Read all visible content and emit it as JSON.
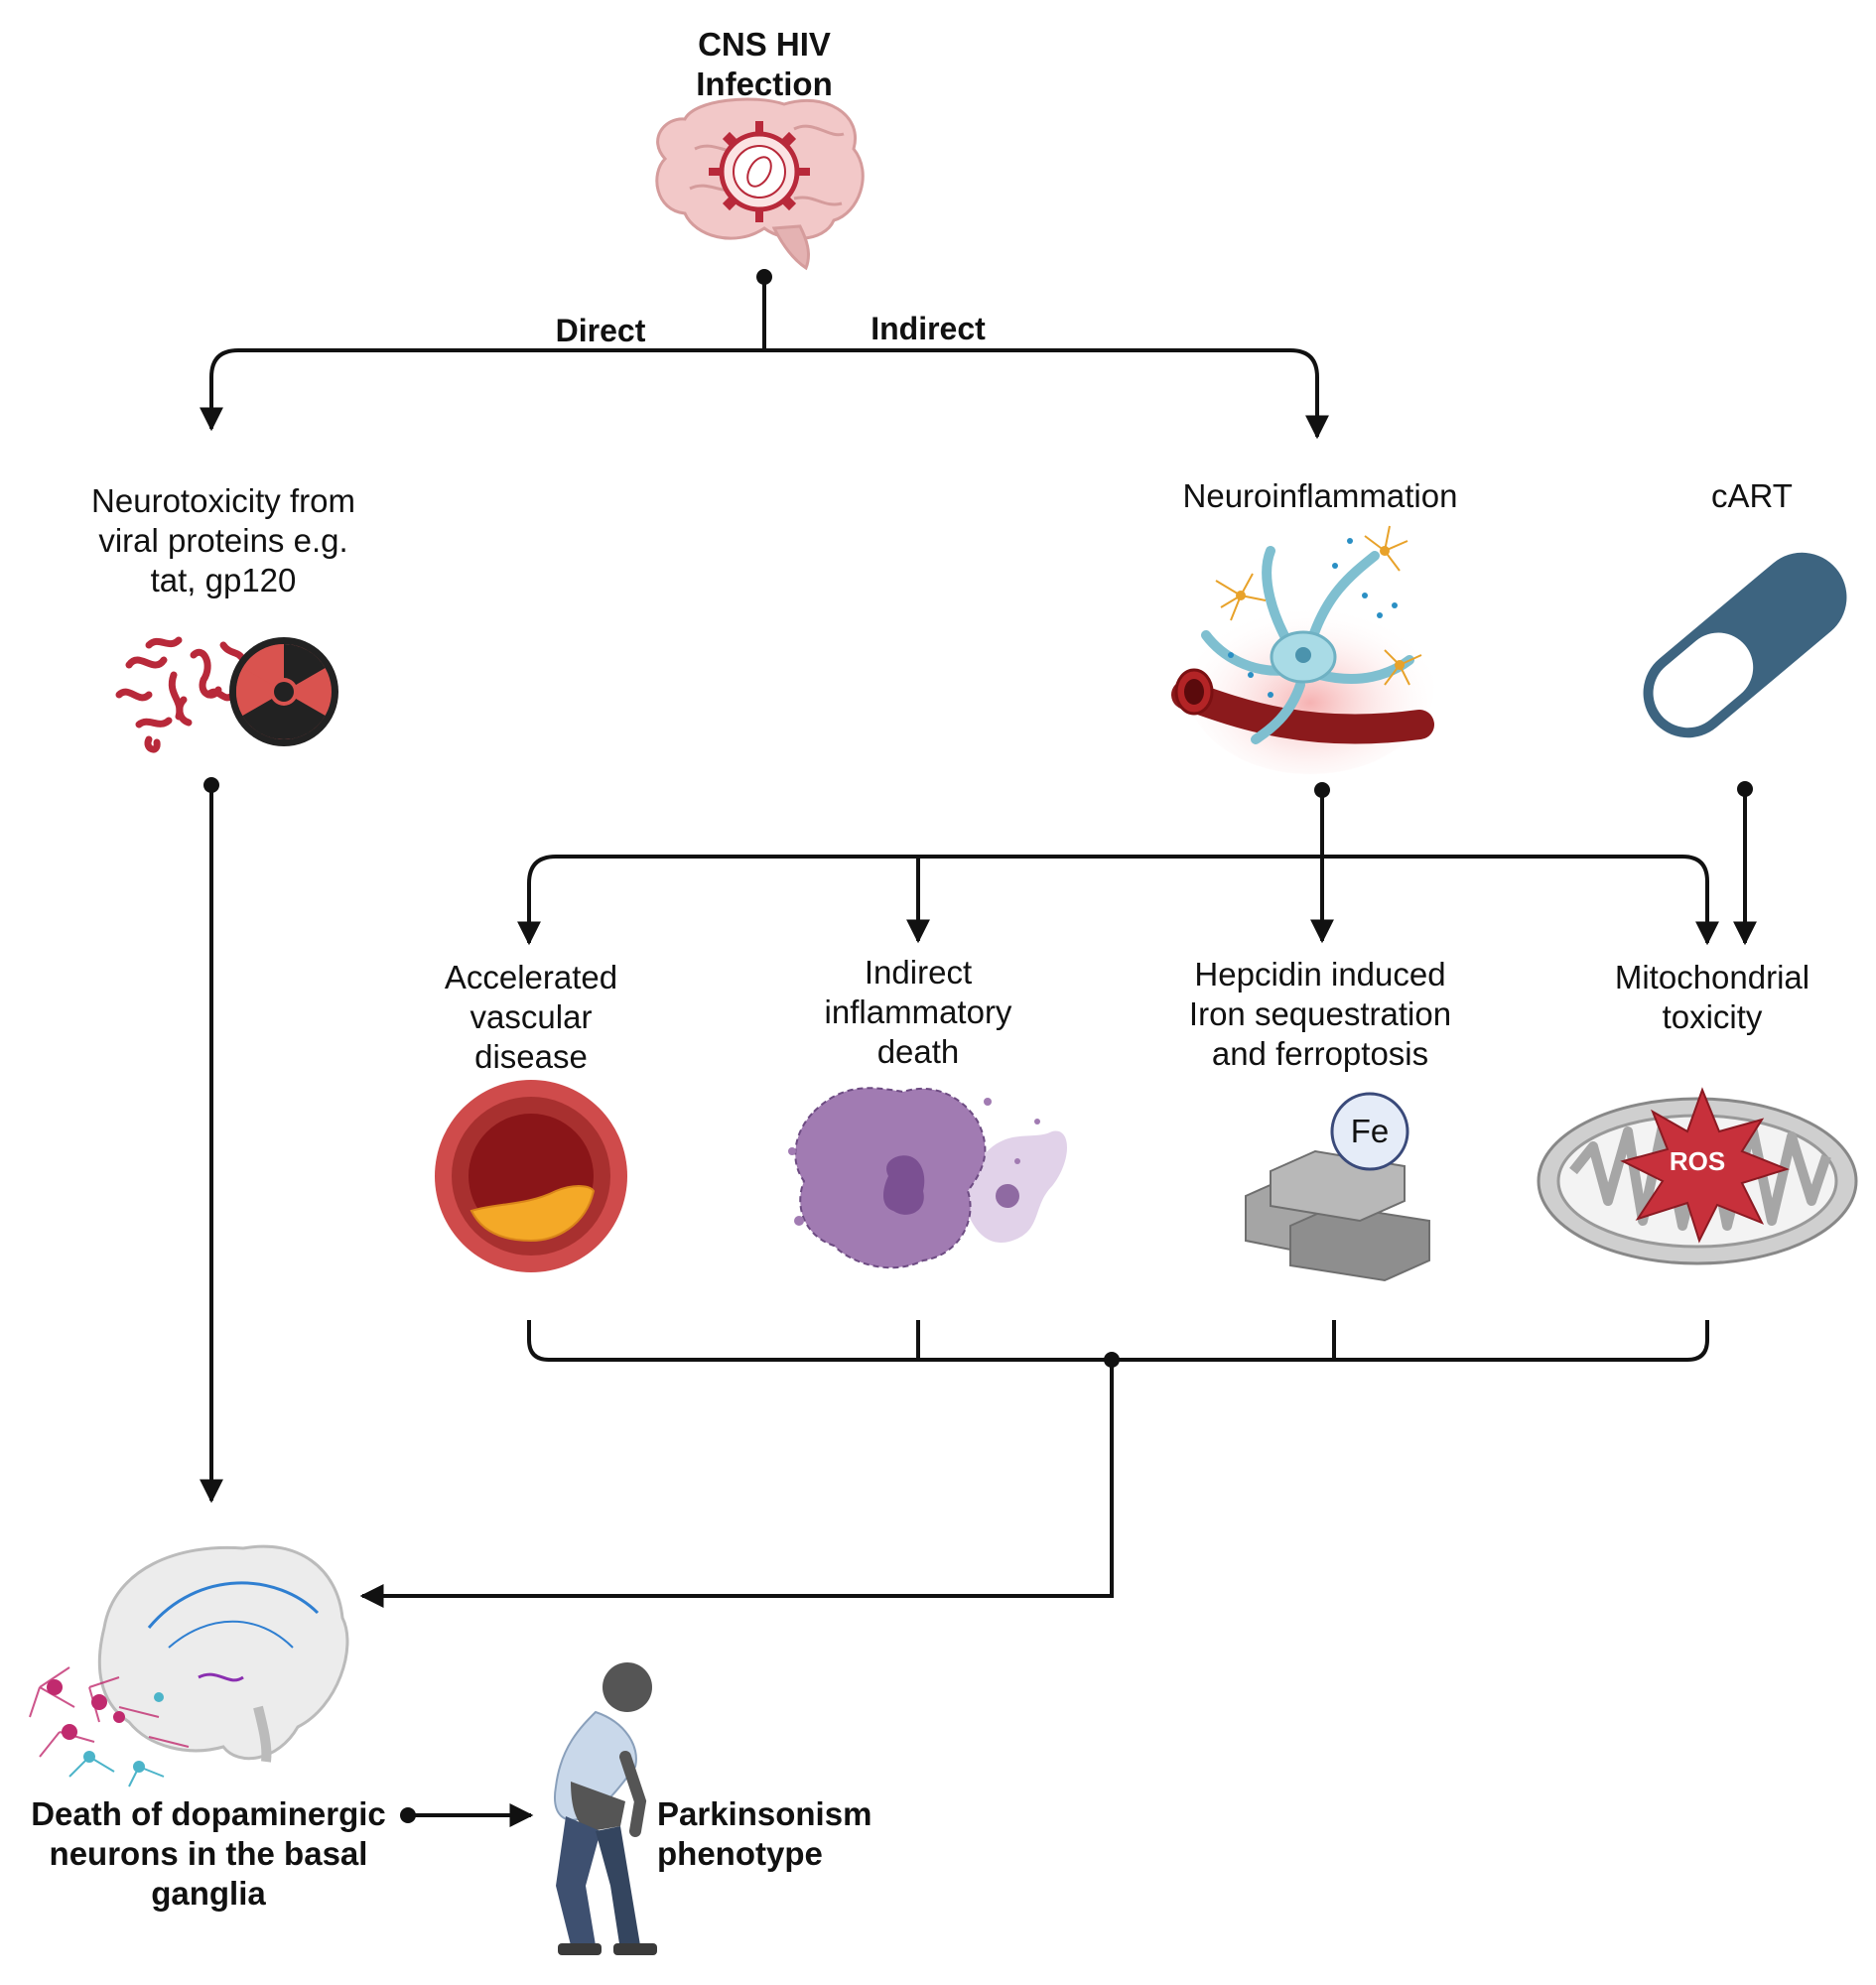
{
  "nodes": {
    "cns_hiv": [
      "CNS HIV",
      "Infection"
    ],
    "neurotoxicity": [
      "Neurotoxicity from",
      "viral proteins e.g.",
      "tat, gp120"
    ],
    "neuroinflammation": [
      "Neuroinflammation"
    ],
    "cart": [
      "cART"
    ],
    "vascular": [
      "Accelerated",
      "vascular",
      "disease"
    ],
    "inflammatory_death": [
      "Indirect",
      "inflammatory",
      "death"
    ],
    "hepcidin": [
      "Hepcidin induced",
      "Iron sequestration",
      "and ferroptosis"
    ],
    "mito": [
      "Mitochondrial",
      "toxicity"
    ],
    "dopaminergic": [
      "Death of dopaminergic",
      "neurons in the basal",
      "ganglia"
    ],
    "parkinsonism": [
      "Parkinsonism",
      "phenotype"
    ]
  },
  "edges": {
    "direct": "Direct",
    "indirect": "Indirect"
  },
  "icons": {
    "fe": "Fe",
    "ros": "ROS"
  },
  "colors": {
    "line": "#111111",
    "virus": "#b8293a",
    "radiation_fill": "#d9534f",
    "pill": "#3d6480",
    "artery_outer": "#cf4b4b",
    "artery_inner": "#8a1518",
    "plaque": "#f4a927",
    "cell_death": "#a17bb2",
    "iron": "#9a9a9a",
    "fe_badge": "#e5ecf8",
    "mito": "#cfcfcf",
    "ros_star": "#c7303b"
  }
}
